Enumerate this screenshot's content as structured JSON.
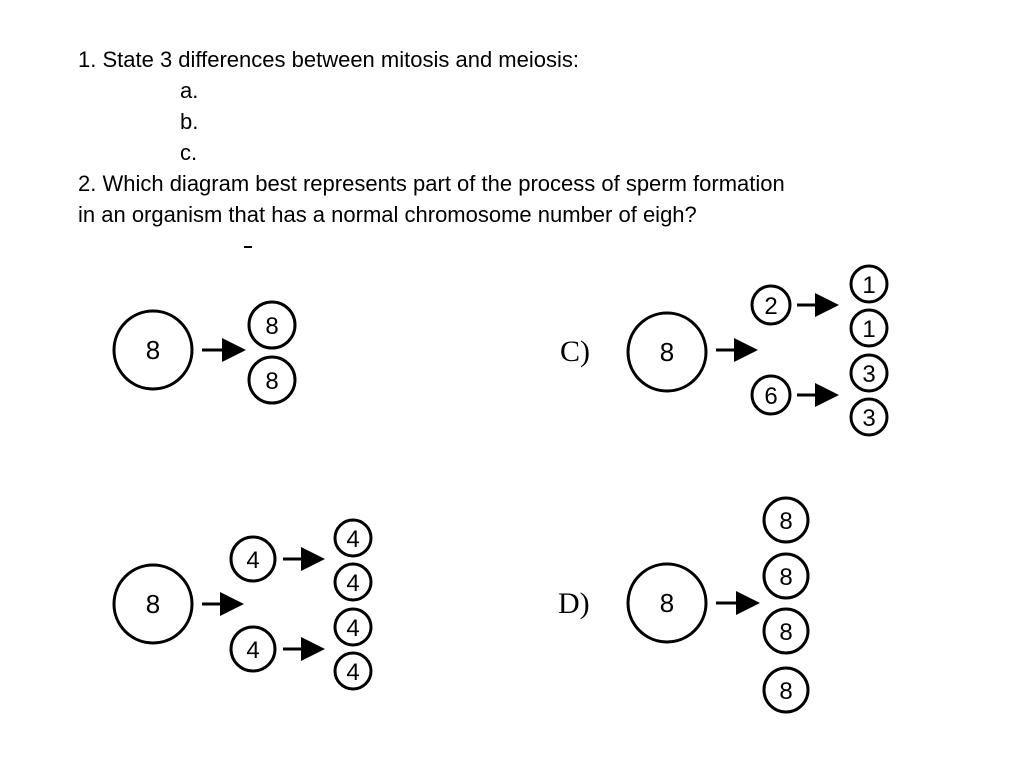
{
  "questions": {
    "q1": {
      "text": "1. State 3 differences between mitosis and meiosis:",
      "items": [
        "a.",
        "b.",
        "c."
      ]
    },
    "q2": {
      "line1": "2. Which diagram best represents part of the process of sperm formation",
      "line2": "in an organism that has a normal chromosome number of eigh?"
    }
  },
  "diagrams": [
    {
      "option": "",
      "parent": "8",
      "stages": [
        {
          "cells": [
            "8",
            "8"
          ]
        }
      ]
    },
    {
      "option": "C)",
      "parent": "8",
      "stages": [
        {
          "cells": [
            "2",
            "6"
          ]
        },
        {
          "groups": [
            [
              "1",
              "1"
            ],
            [
              "3",
              "3"
            ]
          ]
        }
      ]
    },
    {
      "option": "",
      "parent": "8",
      "stages": [
        {
          "cells": [
            "4",
            "4"
          ]
        },
        {
          "groups": [
            [
              "4",
              "4"
            ],
            [
              "4",
              "4"
            ]
          ]
        }
      ]
    },
    {
      "option": "D)",
      "parent": "8",
      "stages": [
        {
          "cells": [
            "8",
            "8",
            "8",
            "8"
          ]
        }
      ]
    }
  ]
}
